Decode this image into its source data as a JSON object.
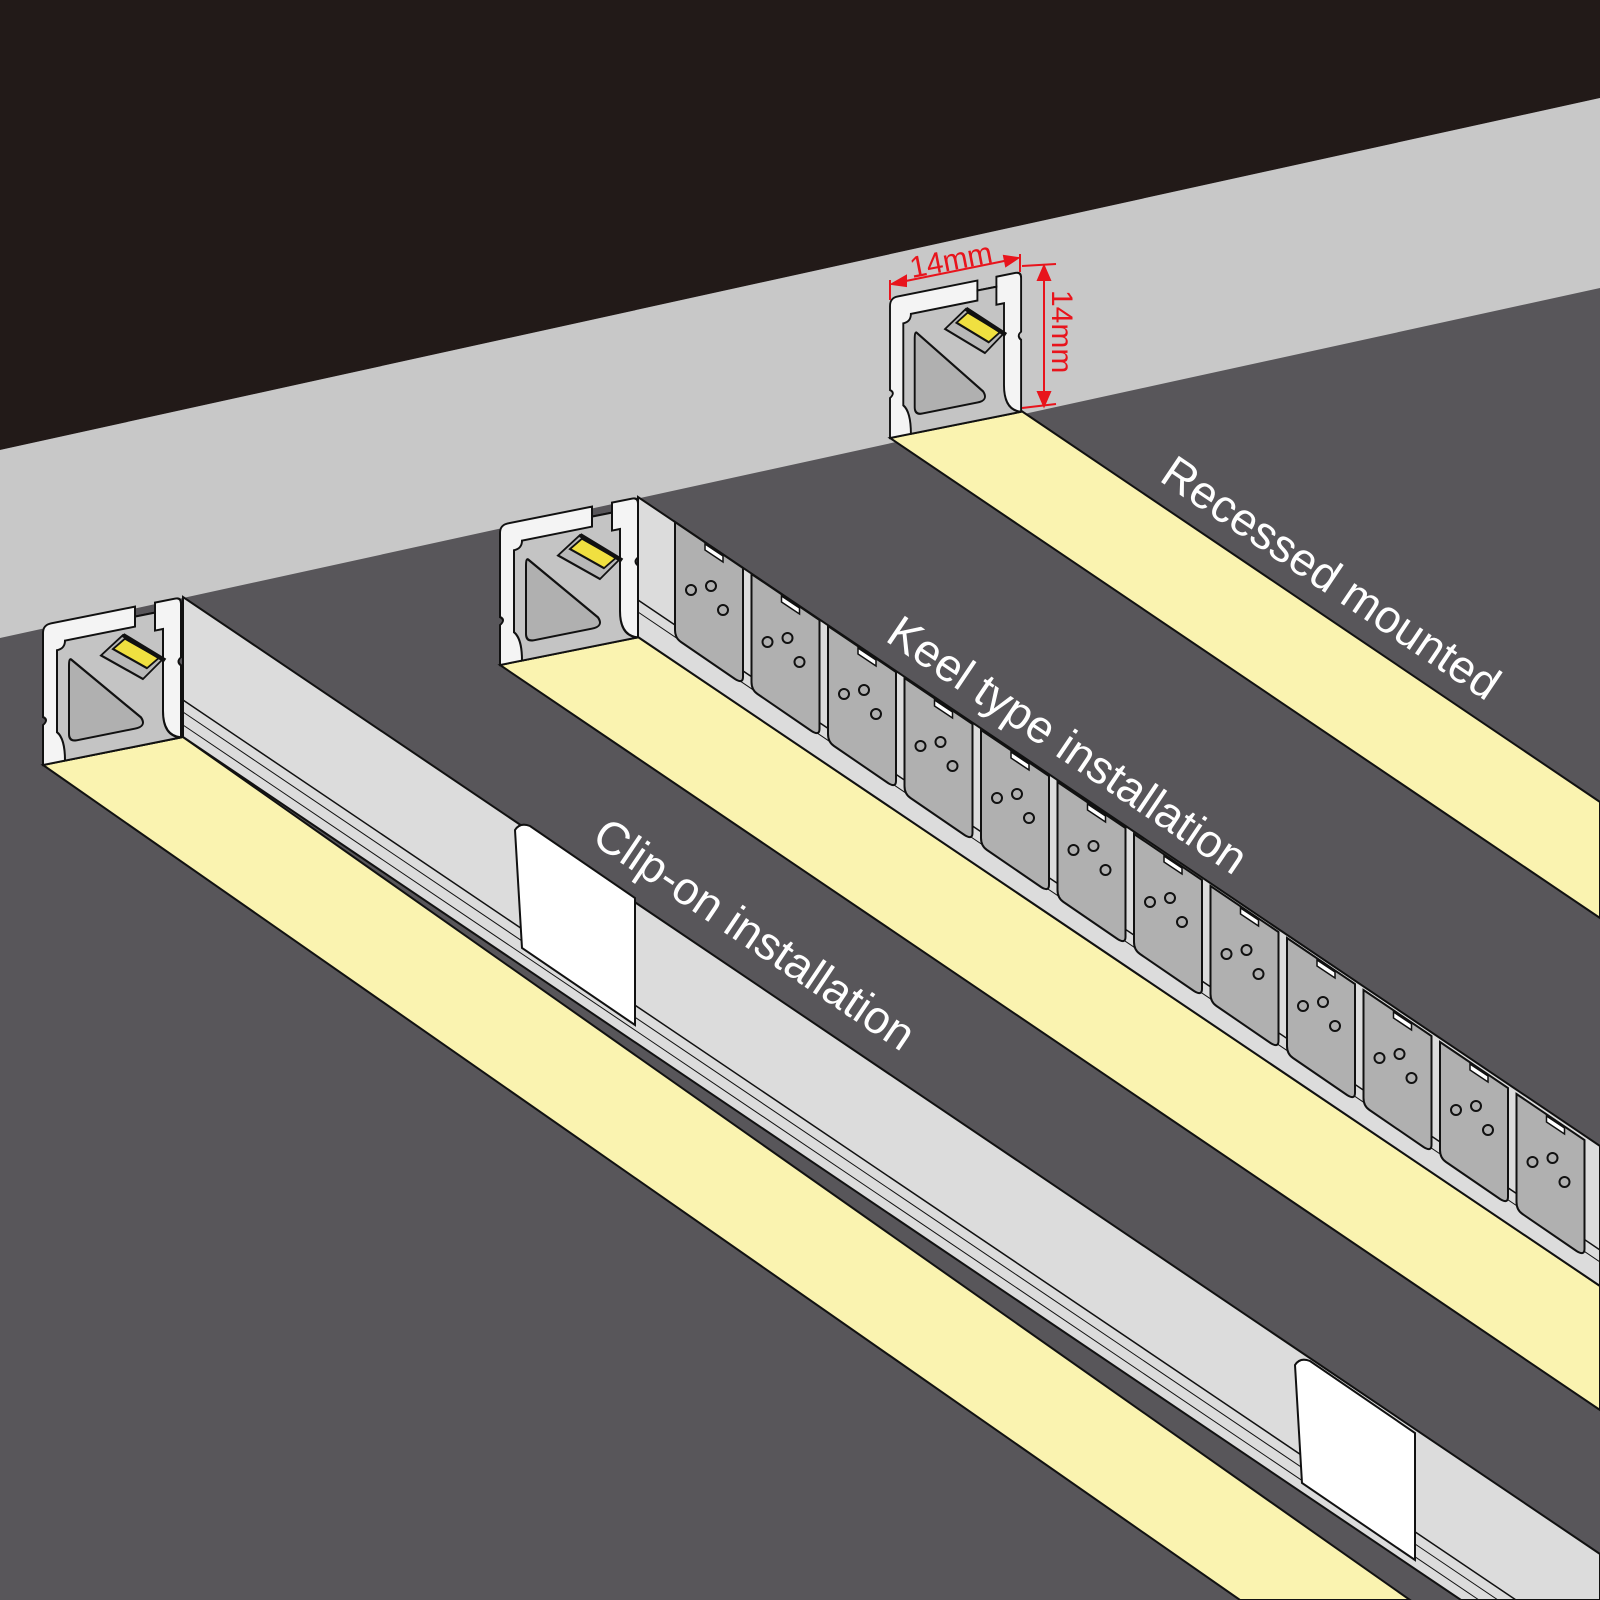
{
  "labels": {
    "recessed": "Recessed mounted",
    "keel": "Keel type installation",
    "clip": "Clip-on installation"
  },
  "dimensions": {
    "width": "14mm",
    "height": "14mm"
  },
  "colors": {
    "ceiling_dark": "#221a18",
    "ceiling_band": "#c8c8c8",
    "wall": "#58565a",
    "light_beam": "#faf3b0",
    "profile": "#f2f2f2",
    "led": "#f0e040",
    "dimension": "#e8141c"
  }
}
